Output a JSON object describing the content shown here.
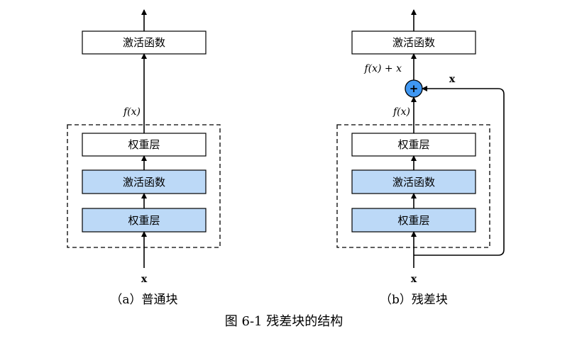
{
  "colors": {
    "stroke": "#000000",
    "box_white": "#ffffff",
    "box_blue": "#bcd9f7",
    "plus_fill": "#3f97f2"
  },
  "diagram_a": {
    "top_box": "激活函数",
    "edge_label": "f(x)",
    "layers": [
      {
        "label": "权重层",
        "highlight": false
      },
      {
        "label": "激活函数",
        "highlight": true
      },
      {
        "label": "权重层",
        "highlight": true
      }
    ],
    "input_label": "x",
    "caption": "（a）普通块"
  },
  "diagram_b": {
    "top_box": "激活函数",
    "sum_label": "f(x) + x",
    "plus_symbol": "+",
    "shortcut_label": "x",
    "edge_label": "f(x)",
    "layers": [
      {
        "label": "权重层",
        "highlight": false
      },
      {
        "label": "激活函数",
        "highlight": true
      },
      {
        "label": "权重层",
        "highlight": true
      }
    ],
    "input_label": "x",
    "caption": "（b）残差块"
  },
  "figure_caption": "图 6-1  残差块的结构"
}
